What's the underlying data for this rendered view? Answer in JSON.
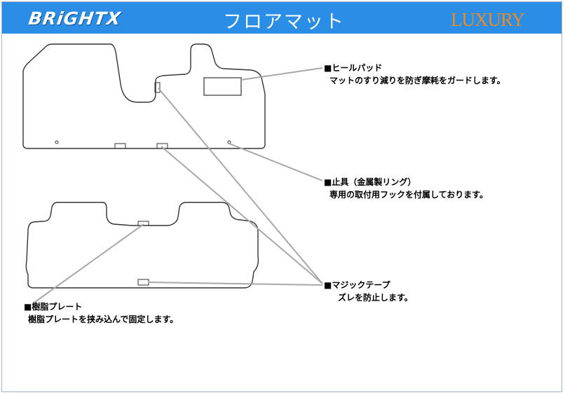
{
  "header": {
    "logo": "BRiGHTX",
    "title": "フロアマット",
    "brand": "LUXURY",
    "bg_color": "#2a8ee6",
    "brand_color": "#f08a1e"
  },
  "callouts": {
    "heel_pad": {
      "title": "■ヒールパッド",
      "desc": "マットのすり減りを防ぎ摩耗をガードします。"
    },
    "hook": {
      "title": "■止具（金属製リング）",
      "desc": "専用の取付用フックを付属しております。"
    },
    "velcro": {
      "title": "■マジックテープ",
      "desc": "ズレを防止します。"
    },
    "resin_plate": {
      "title": "■樹脂プレート",
      "desc": "樹脂プレートを挟み込んで固定します。"
    }
  }
}
